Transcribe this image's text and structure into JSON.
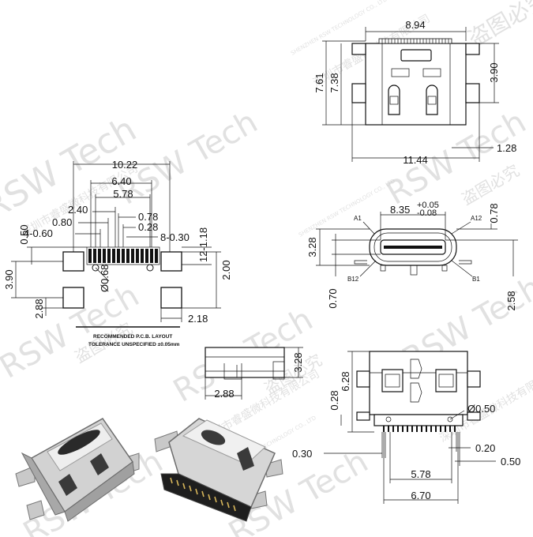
{
  "pcb_layout": {
    "dims": [
      "10.22",
      "6.40",
      "5.78",
      "2.40",
      "0.80",
      "4-0.60",
      "0.78",
      "0.28",
      "8-0.30",
      "12-1.18",
      "0.50",
      "3.90",
      "2.00",
      "2.88",
      "2.18"
    ],
    "hole_label": "Ø0.68",
    "note_line1": "RECOMMENDED  P.C.B.  LAYOUT",
    "note_line2": "TOLERANCE  UNSPECIFIED  ±0.05mm"
  },
  "top_view": {
    "dims": [
      "8.94",
      "7.61",
      "7.38",
      "3.90",
      "1.28",
      "11.44"
    ]
  },
  "front_view": {
    "dim_main": "8.35",
    "tol_plus": "+0.05",
    "tol_minus": "-0.08",
    "dims": [
      "0.78",
      "3.28",
      "0.70",
      "2.58"
    ],
    "pins": [
      "A1",
      "A12",
      "B12",
      "B1"
    ]
  },
  "side_view": {
    "dims": [
      "3.28",
      "2.88"
    ]
  },
  "bottom_view": {
    "dims": [
      "6.28",
      "0.28",
      "Ø0.50",
      "0.30",
      "0.20",
      "0.50",
      "5.78",
      "6.70"
    ]
  },
  "watermark": {
    "brand": "RSW Tech",
    "cn1": "盗图必究",
    "cn2": "深圳市睿盛微科技有限公司",
    "en": "SHENZHEN RSW TECHNOLOGY CO., LTD"
  }
}
